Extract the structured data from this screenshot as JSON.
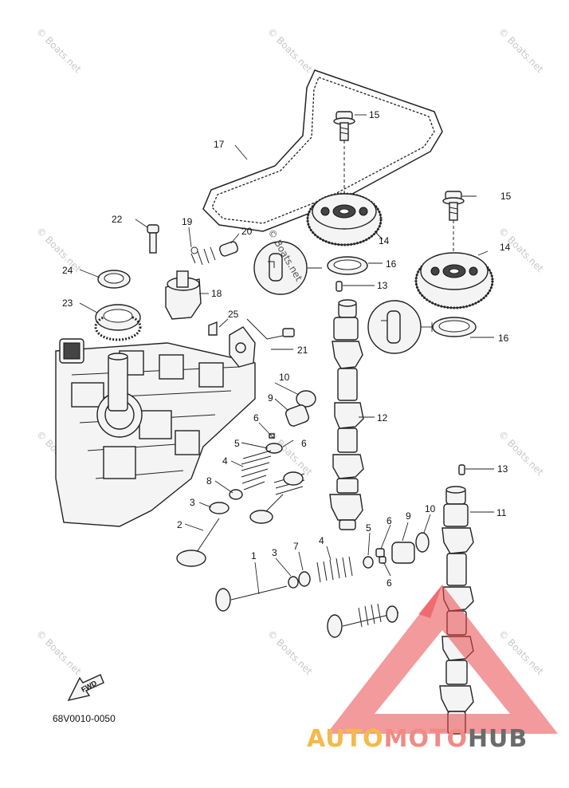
{
  "diagram": {
    "code": "68V0010-0050",
    "fwd_label": "FWD",
    "watermark": "© Boats.net",
    "callouts": [
      {
        "id": "c1",
        "label": "1"
      },
      {
        "id": "c2a",
        "label": "2"
      },
      {
        "id": "c3a",
        "label": "3"
      },
      {
        "id": "c3b",
        "label": "3"
      },
      {
        "id": "c4a",
        "label": "4"
      },
      {
        "id": "c4b",
        "label": "4"
      },
      {
        "id": "c5a",
        "label": "5"
      },
      {
        "id": "c5b",
        "label": "5"
      },
      {
        "id": "c6a",
        "label": "6"
      },
      {
        "id": "c6b",
        "label": "6"
      },
      {
        "id": "c6c",
        "label": "6"
      },
      {
        "id": "c6d",
        "label": "6"
      },
      {
        "id": "c7",
        "label": "7"
      },
      {
        "id": "c8",
        "label": "8"
      },
      {
        "id": "c9a",
        "label": "9"
      },
      {
        "id": "c9b",
        "label": "9"
      },
      {
        "id": "c10a",
        "label": "10"
      },
      {
        "id": "c10b",
        "label": "10"
      },
      {
        "id": "c11",
        "label": "11"
      },
      {
        "id": "c12",
        "label": "12"
      },
      {
        "id": "c13a",
        "label": "13"
      },
      {
        "id": "c13b",
        "label": "13"
      },
      {
        "id": "c14a",
        "label": "14"
      },
      {
        "id": "c14b",
        "label": "14"
      },
      {
        "id": "c15a",
        "label": "15"
      },
      {
        "id": "c15b",
        "label": "15"
      },
      {
        "id": "c16a",
        "label": "16"
      },
      {
        "id": "c16b",
        "label": "16"
      },
      {
        "id": "c17",
        "label": "17"
      },
      {
        "id": "c18",
        "label": "18"
      },
      {
        "id": "c19",
        "label": "19"
      },
      {
        "id": "c20",
        "label": "20"
      },
      {
        "id": "c21",
        "label": "21"
      },
      {
        "id": "c22",
        "label": "22"
      },
      {
        "id": "c23",
        "label": "23"
      },
      {
        "id": "c24",
        "label": "24"
      },
      {
        "id": "c25",
        "label": "25"
      }
    ]
  },
  "logo": {
    "part1": "AUTO",
    "part2": "MOTO",
    "part3": "HUB",
    "color1": "#f5b94a",
    "color2": "#f08a84",
    "color3": "#6b6b6b",
    "triangle_color": "#e9474a"
  }
}
